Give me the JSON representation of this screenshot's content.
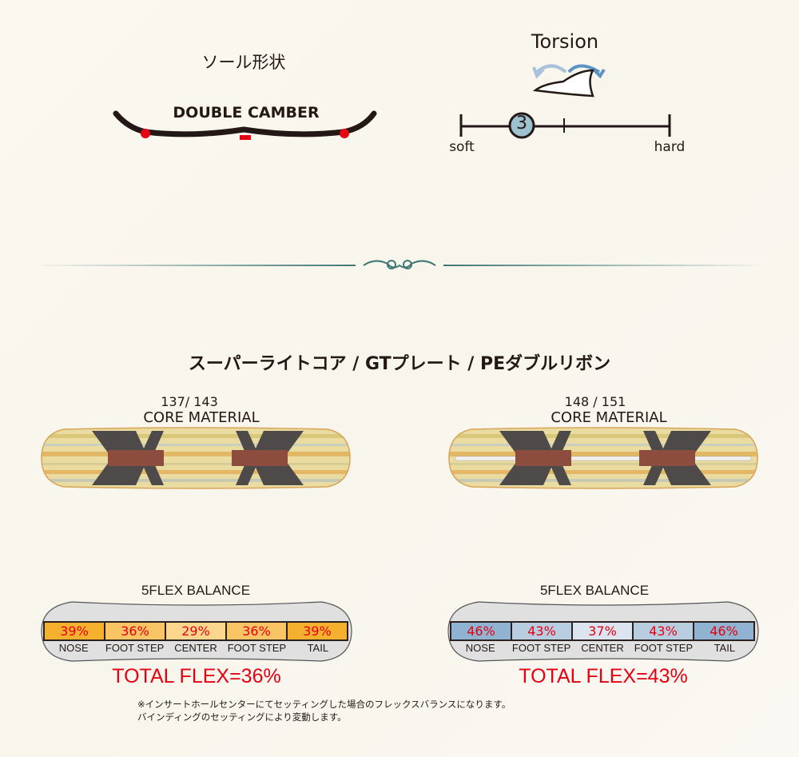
{
  "sole": {
    "title": "ソール形状",
    "shape": "DOUBLE CAMBER"
  },
  "torsion": {
    "title": "Torsion",
    "value": "3",
    "min_label": "soft",
    "max_label": "hard",
    "level_fraction": 0.29
  },
  "heading": "スーパーライトコア / GTプレート / PEダブルリボン",
  "boards": [
    {
      "sizes": "137/ 143",
      "core_label": "CORE MATERIAL",
      "flex_title": "5FLEX BALANCE",
      "cells": [
        {
          "value": "39%",
          "label": "NOSE",
          "color": "#f5b12e"
        },
        {
          "value": "36%",
          "label": "FOOT STEP",
          "color": "#f8c464"
        },
        {
          "value": "29%",
          "label": "CENTER",
          "color": "#fbd68c"
        },
        {
          "value": "36%",
          "label": "FOOT STEP",
          "color": "#f8c464"
        },
        {
          "value": "39%",
          "label": "TAIL",
          "color": "#f5b12e"
        }
      ],
      "total": "TOTAL FLEX=36%"
    },
    {
      "sizes": "148 / 151",
      "core_label": "CORE MATERIAL",
      "flex_title": "5FLEX BALANCE",
      "cells": [
        {
          "value": "46%",
          "label": "NOSE",
          "color": "#8fb3d0"
        },
        {
          "value": "43%",
          "label": "FOOT STEP",
          "color": "#b8cde0"
        },
        {
          "value": "37%",
          "label": "CENTER",
          "color": "#dce4ef"
        },
        {
          "value": "43%",
          "label": "FOOT STEP",
          "color": "#b8cde0"
        },
        {
          "value": "46%",
          "label": "TAIL",
          "color": "#8fb3d0"
        }
      ],
      "total": "TOTAL FLEX=43%"
    }
  ],
  "notes": [
    "※インサートホールセンターにてセッティングした場合のフレックスバランスになります。",
    "バインディングのセッティングにより変動します。"
  ],
  "colors": {
    "accent_red": "#e60012",
    "divider": "#3f7775"
  }
}
